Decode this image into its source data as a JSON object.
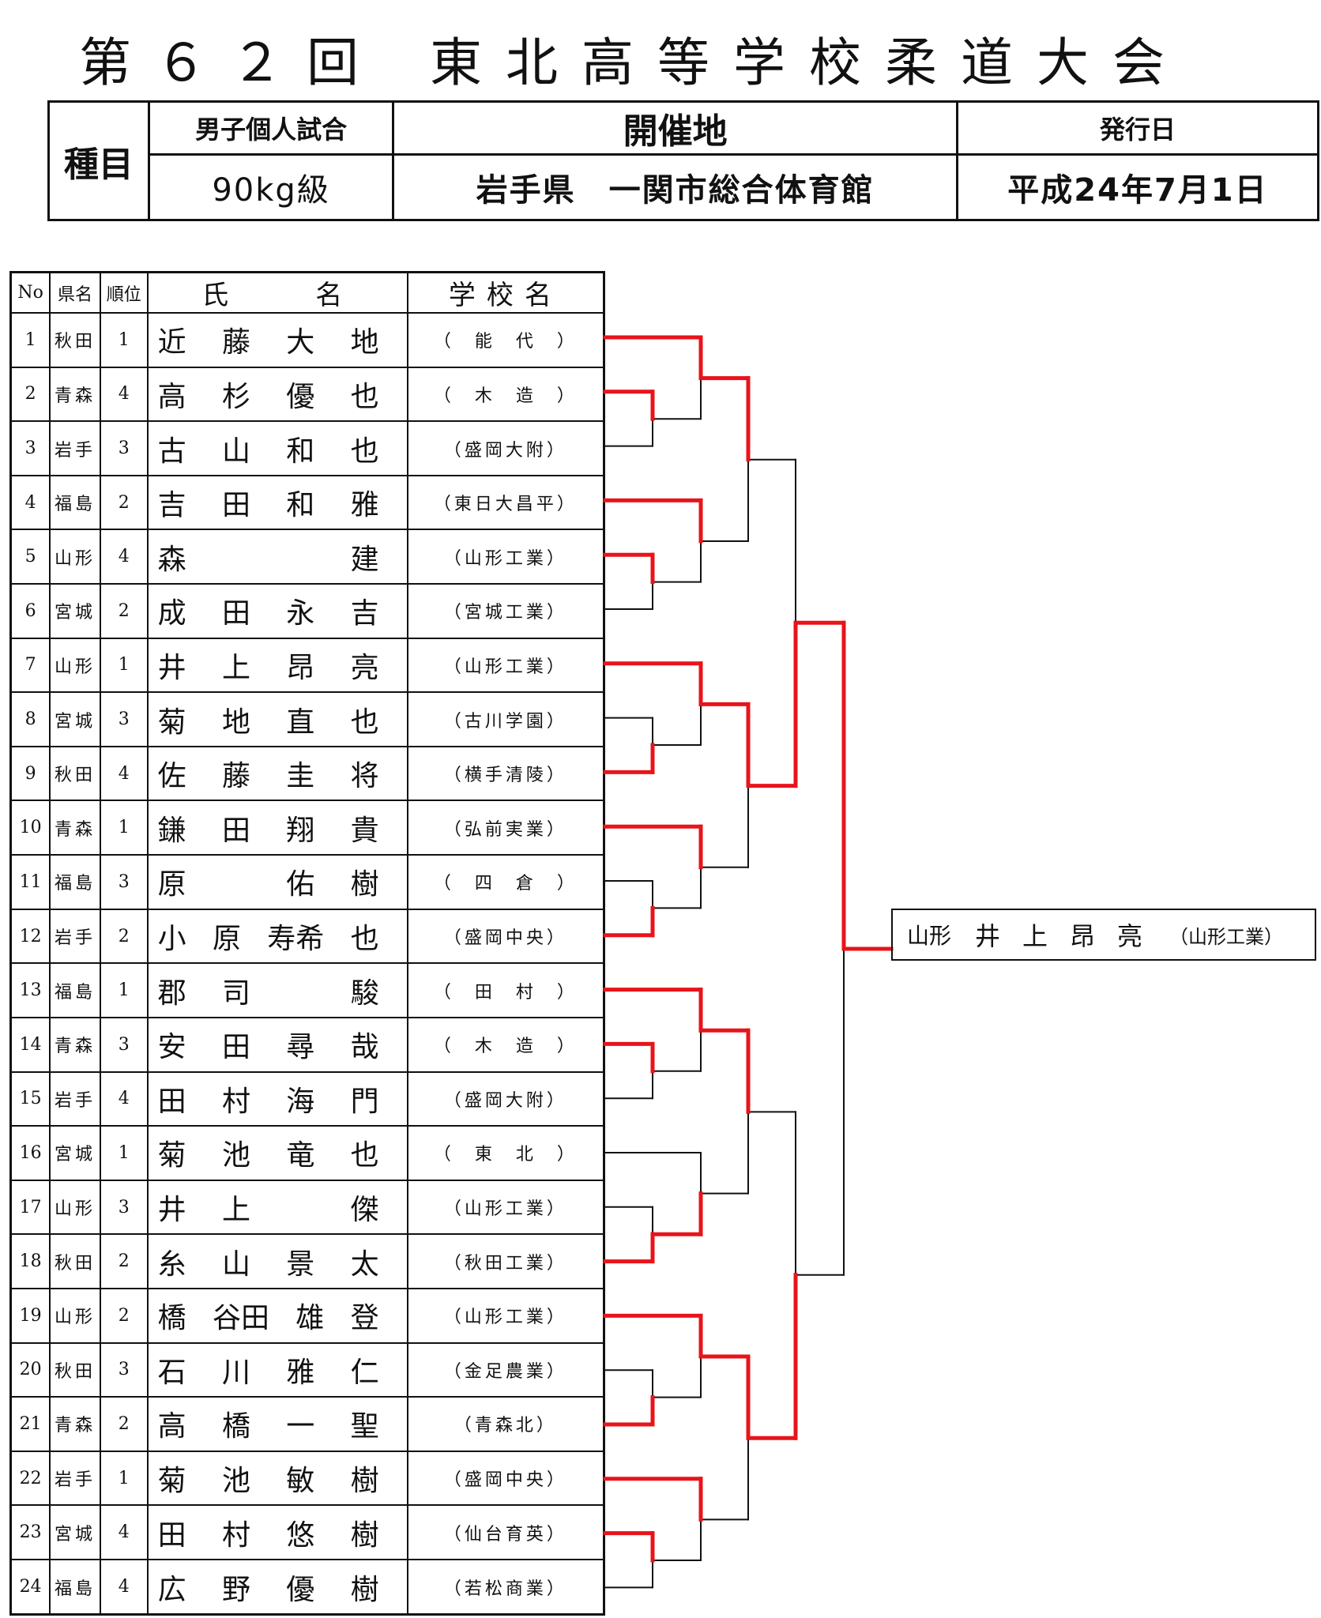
{
  "title": {
    "left": "第６２回",
    "right": "東北高等学校柔道大会"
  },
  "info": {
    "event_label": "種目",
    "event_type": "男子個人試合",
    "weight_class": "90kg級",
    "venue_label": "開催地",
    "venue": "岩手県　一関市総合体育館",
    "issue_label": "発行日",
    "issue_date": "平成24年7月1日"
  },
  "roster": {
    "headers": [
      "No",
      "県名",
      "順位",
      "氏　　名",
      "学校名"
    ],
    "rows": [
      {
        "no": "1",
        "pref": "秋田",
        "rank": "1",
        "name": [
          "近",
          "藤",
          "大",
          "地"
        ],
        "school": "（　能　代　）"
      },
      {
        "no": "2",
        "pref": "青森",
        "rank": "4",
        "name": [
          "高",
          "杉",
          "優",
          "也"
        ],
        "school": "（　木　造　）"
      },
      {
        "no": "3",
        "pref": "岩手",
        "rank": "3",
        "name": [
          "古",
          "山",
          "和",
          "也"
        ],
        "school": "（盛岡大附）"
      },
      {
        "no": "4",
        "pref": "福島",
        "rank": "2",
        "name": [
          "吉",
          "田",
          "和",
          "雅"
        ],
        "school": "（東日大昌平）"
      },
      {
        "no": "5",
        "pref": "山形",
        "rank": "4",
        "name": [
          "森",
          "",
          "",
          "建"
        ],
        "school": "（山形工業）"
      },
      {
        "no": "6",
        "pref": "宮城",
        "rank": "2",
        "name": [
          "成",
          "田",
          "永",
          "吉"
        ],
        "school": "（宮城工業）"
      },
      {
        "no": "7",
        "pref": "山形",
        "rank": "1",
        "name": [
          "井",
          "上",
          "昂",
          "亮"
        ],
        "school": "（山形工業）"
      },
      {
        "no": "8",
        "pref": "宮城",
        "rank": "3",
        "name": [
          "菊",
          "地",
          "直",
          "也"
        ],
        "school": "（古川学園）"
      },
      {
        "no": "9",
        "pref": "秋田",
        "rank": "4",
        "name": [
          "佐",
          "藤",
          "圭",
          "将"
        ],
        "school": "（横手清陵）"
      },
      {
        "no": "10",
        "pref": "青森",
        "rank": "1",
        "name": [
          "鎌",
          "田",
          "翔",
          "貴"
        ],
        "school": "（弘前実業）"
      },
      {
        "no": "11",
        "pref": "福島",
        "rank": "3",
        "name": [
          "原",
          "",
          "佑",
          "樹"
        ],
        "school": "（　四　倉　）"
      },
      {
        "no": "12",
        "pref": "岩手",
        "rank": "2",
        "name": [
          "小",
          "原",
          "寿希",
          "也"
        ],
        "school": "（盛岡中央）"
      },
      {
        "no": "13",
        "pref": "福島",
        "rank": "1",
        "name": [
          "郡",
          "司",
          "",
          "駿"
        ],
        "school": "（　田　村　）"
      },
      {
        "no": "14",
        "pref": "青森",
        "rank": "3",
        "name": [
          "安",
          "田",
          "尋",
          "哉"
        ],
        "school": "（　木　造　）"
      },
      {
        "no": "15",
        "pref": "岩手",
        "rank": "4",
        "name": [
          "田",
          "村",
          "海",
          "門"
        ],
        "school": "（盛岡大附）"
      },
      {
        "no": "16",
        "pref": "宮城",
        "rank": "1",
        "name": [
          "菊",
          "池",
          "竜",
          "也"
        ],
        "school": "（　東　北　）"
      },
      {
        "no": "17",
        "pref": "山形",
        "rank": "3",
        "name": [
          "井",
          "上",
          "",
          "傑"
        ],
        "school": "（山形工業）"
      },
      {
        "no": "18",
        "pref": "秋田",
        "rank": "2",
        "name": [
          "糸",
          "山",
          "景",
          "太"
        ],
        "school": "（秋田工業）"
      },
      {
        "no": "19",
        "pref": "山形",
        "rank": "2",
        "name": [
          "橋",
          "谷田",
          "雄",
          "登"
        ],
        "school": "（山形工業）"
      },
      {
        "no": "20",
        "pref": "秋田",
        "rank": "3",
        "name": [
          "石",
          "川",
          "雅",
          "仁"
        ],
        "school": "（金足農業）"
      },
      {
        "no": "21",
        "pref": "青森",
        "rank": "2",
        "name": [
          "高",
          "橋",
          "一",
          "聖"
        ],
        "school": "（青森北）"
      },
      {
        "no": "22",
        "pref": "岩手",
        "rank": "1",
        "name": [
          "菊",
          "池",
          "敏",
          "樹"
        ],
        "school": "（盛岡中央）"
      },
      {
        "no": "23",
        "pref": "宮城",
        "rank": "4",
        "name": [
          "田",
          "村",
          "悠",
          "樹"
        ],
        "school": "（仙台育英）"
      },
      {
        "no": "24",
        "pref": "福島",
        "rank": "4",
        "name": [
          "広",
          "野",
          "優",
          "樹"
        ],
        "school": "（若松商業）"
      }
    ]
  },
  "bracket": {
    "winner_color": "#e8141a",
    "line_color": "#111111",
    "blocks": [
      {
        "players": [
          1,
          2,
          3
        ],
        "r1_winner": 2,
        "block_winner": 1
      },
      {
        "players": [
          4,
          5,
          6
        ],
        "r1_winner": 5,
        "block_winner": 4
      },
      {
        "players": [
          7,
          8,
          9
        ],
        "r1_winner": 9,
        "block_winner": 7
      },
      {
        "players": [
          10,
          11,
          12
        ],
        "r1_winner": 12,
        "block_winner": 10
      },
      {
        "players": [
          13,
          14,
          15
        ],
        "r1_winner": 14,
        "block_winner": 13
      },
      {
        "players": [
          16,
          17,
          18
        ],
        "r1_winner": 18,
        "block_winner": 18
      },
      {
        "players": [
          19,
          20,
          21
        ],
        "r1_winner": 21,
        "block_winner": 19
      },
      {
        "players": [
          22,
          23,
          24
        ],
        "r1_winner": 23,
        "block_winner": 22
      }
    ],
    "qf_winners": [
      1,
      7,
      13,
      19
    ],
    "sf_winners": [
      7,
      19
    ],
    "champion": 7
  },
  "winner": {
    "pref": "山形",
    "name": "井上昂亮",
    "school": "（山形工業）"
  }
}
